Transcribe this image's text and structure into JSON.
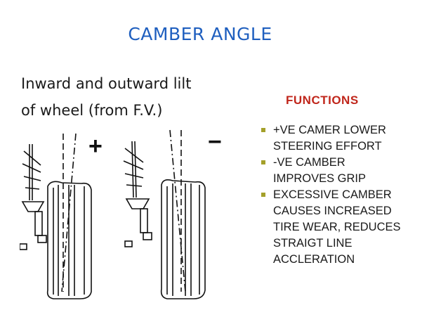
{
  "slide": {
    "title": "CAMBER ANGLE",
    "subtitle_line1": "Inward and outward lilt",
    "subtitle_line2": "of wheel (from F.V.)",
    "functions_heading": "FUNCTIONS",
    "bullets": [
      {
        "lines": [
          "+VE CAMER LOWER",
          "STEERING EFFORT"
        ]
      },
      {
        "lines": [
          "-VE CAMBER",
          "IMPROVES GRIP"
        ]
      },
      {
        "lines": [
          "EXCESSIVE CAMBER",
          "CAUSES INCREASED",
          "TIRE WEAR, REDUCES",
          "STRAIGT LINE",
          "ACCLERATION"
        ]
      }
    ],
    "diagram": {
      "positive_sign": "+",
      "negative_sign": "−"
    }
  },
  "colors": {
    "title": "#1f5fbf",
    "functions_heading": "#c0261b",
    "bullet": "#a4a02a"
  }
}
